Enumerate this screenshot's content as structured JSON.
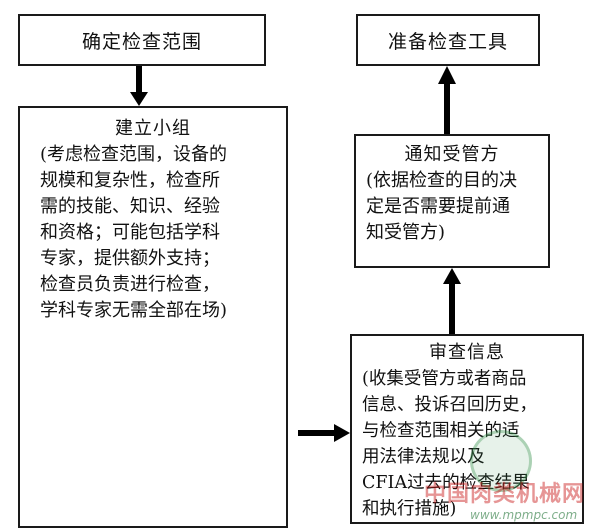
{
  "boxes": {
    "define_scope": {
      "title": "确定检查范围"
    },
    "prepare_tools": {
      "title": "准备检查工具"
    },
    "form_team": {
      "title": "建立小组",
      "lines": [
        "(考虑检查范围，设备的",
        "规模和复杂性，检查所",
        "需的技能、知识、经验",
        "和资格；可能包括学科",
        "专家，提供额外支持；",
        "检查员负责进行检查，",
        "学科专家无需全部在场)"
      ]
    },
    "notify_party": {
      "title": "通知受管方",
      "lines": [
        "(依据检查的目的决",
        "定是否需要提前通",
        "知受管方)"
      ]
    },
    "review_info": {
      "title": "审查信息",
      "lines": [
        "(收集受管方或者商品",
        "信息、投诉召回历史，",
        "与检查范围相关的适",
        "用法律法规以及",
        "CFIA过去的检查结果",
        "和执行措施)"
      ]
    }
  },
  "watermark": {
    "site_name": "中国肉类机械网",
    "url": "www.mpmpc.com"
  },
  "colors": {
    "border": "#1a1a1a",
    "arrow": "#000000",
    "watermark_red": "#c81414"
  }
}
